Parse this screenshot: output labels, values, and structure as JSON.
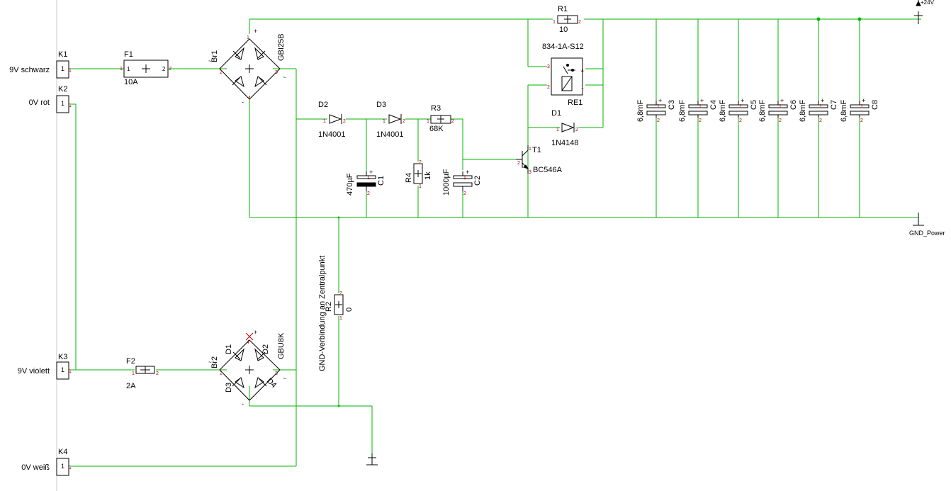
{
  "connectors": [
    {
      "ref": "K1",
      "label": "9V schwarz"
    },
    {
      "ref": "K2",
      "label": "0V rot"
    },
    {
      "ref": "K3",
      "label": "9V  violett"
    },
    {
      "ref": "K4",
      "label": "0V  weiß"
    }
  ],
  "fuses": [
    {
      "ref": "F1",
      "value": "10A"
    },
    {
      "ref": "F2",
      "value": "2A"
    }
  ],
  "bridges": [
    {
      "ref": "Br1",
      "part": "GBI25B"
    },
    {
      "ref": "Br2",
      "part": "GBU8K",
      "diodes": [
        "D1",
        "D2",
        "D3",
        "D4"
      ]
    }
  ],
  "diodes": [
    {
      "ref": "D2",
      "value": "1N4001"
    },
    {
      "ref": "D3",
      "value": "1N4001"
    },
    {
      "ref": "D1",
      "value": "1N4148"
    }
  ],
  "resistors": [
    {
      "ref": "R1",
      "value": "10"
    },
    {
      "ref": "R2",
      "value": "0"
    },
    {
      "ref": "R3",
      "value": "68K"
    },
    {
      "ref": "R4",
      "value": "1k"
    }
  ],
  "caps_small": [
    {
      "ref": "C1",
      "value": "470µF"
    },
    {
      "ref": "C2",
      "value": "1000µF"
    }
  ],
  "caps_bank": [
    {
      "ref": "C3",
      "value": "6,8mF"
    },
    {
      "ref": "C4",
      "value": "6,8mF"
    },
    {
      "ref": "C5",
      "value": "6,8mF"
    },
    {
      "ref": "C6",
      "value": "6,8mF"
    },
    {
      "ref": "C7",
      "value": "6,8mF"
    },
    {
      "ref": "C8",
      "value": "6,8mF"
    }
  ],
  "transistor": {
    "ref": "T1",
    "value": "BC546A"
  },
  "relay": {
    "ref": "RE1",
    "part": "834-1A-S12"
  },
  "supply": {
    "label": "+24V"
  },
  "ground": {
    "label": "GND_Power"
  },
  "gnd_note": "GND-Verbindung an Zentralpunkt",
  "marks": {
    "plus": "+",
    "minus": "-",
    "tilde": "~"
  }
}
